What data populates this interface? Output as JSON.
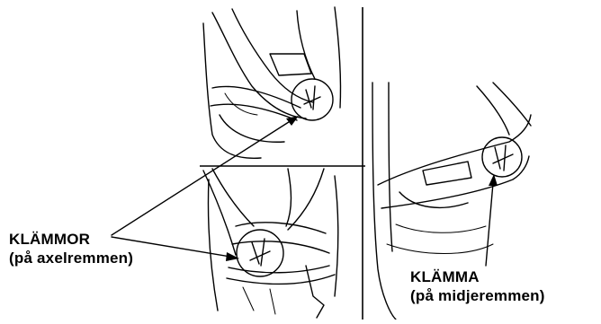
{
  "labels": {
    "shoulder_clamps_title": "KLÄMMOR",
    "shoulder_clamps_note": "(på axelremmen)",
    "waist_clamp_title": "KLÄMMA",
    "waist_clamp_note": "(på midjeremmen)"
  },
  "colors": {
    "ink": "#000000",
    "background": "#ffffff"
  }
}
